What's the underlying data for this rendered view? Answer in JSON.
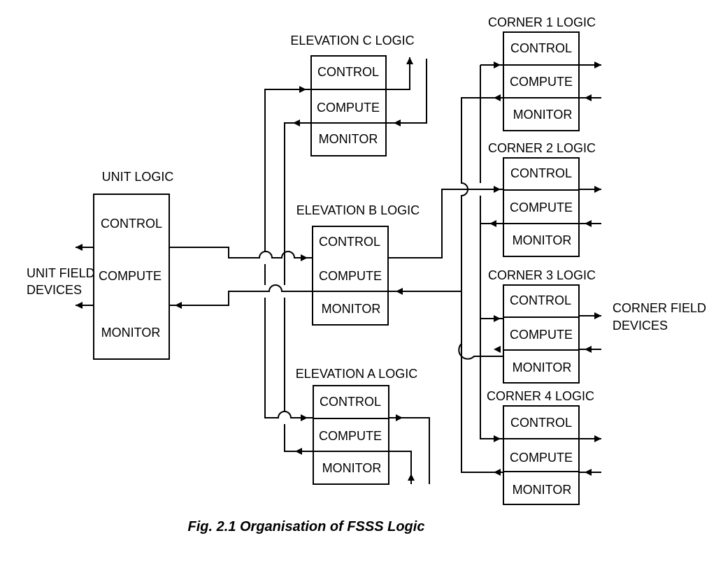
{
  "caption": "Fig. 2.1  Organisation of FSSS Logic",
  "labels": {
    "unit_field_devices": [
      "UNIT FIELD",
      "DEVICES"
    ],
    "corner_field_devices": [
      "CORNER  FIELD",
      "DEVICES"
    ]
  },
  "blocks": {
    "unit": {
      "title": "UNIT LOGIC",
      "rows": [
        "CONTROL",
        "COMPUTE",
        "MONITOR"
      ]
    },
    "elev_c": {
      "title": "ELEVATION C LOGIC",
      "rows": [
        "CONTROL",
        "COMPUTE",
        "MONITOR"
      ]
    },
    "elev_b": {
      "title": "ELEVATION B LOGIC",
      "rows": [
        "CONTROL",
        "COMPUTE",
        "MONITOR"
      ]
    },
    "elev_a": {
      "title": "ELEVATION A LOGIC",
      "rows": [
        "CONTROL",
        "COMPUTE",
        "MONITOR"
      ]
    },
    "corner1": {
      "title": "CORNER 1 LOGIC",
      "rows": [
        "CONTROL",
        "COMPUTE",
        "MONITOR"
      ]
    },
    "corner2": {
      "title": "CORNER 2 LOGIC",
      "rows": [
        "CONTROL",
        "COMPUTE",
        "MONITOR"
      ]
    },
    "corner3": {
      "title": "CORNER 3 LOGIC",
      "rows": [
        "CONTROL",
        "COMPUTE",
        "MONITOR"
      ]
    },
    "corner4": {
      "title": "CORNER 4 LOGIC",
      "rows": [
        "CONTROL",
        "COMPUTE",
        "MONITOR"
      ]
    }
  }
}
